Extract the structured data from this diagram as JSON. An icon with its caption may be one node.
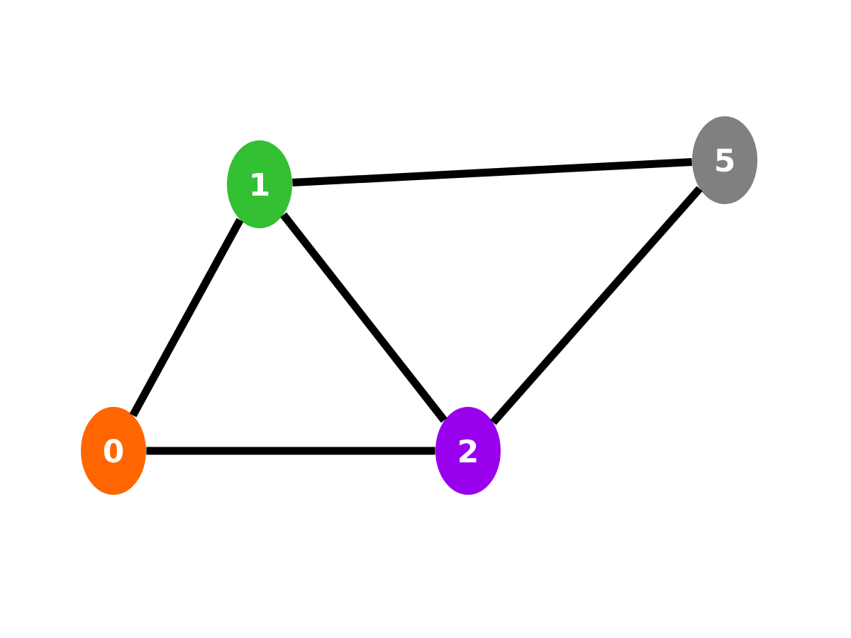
{
  "diagram": {
    "nodes": [
      {
        "text": [
          "0"
        ]
      },
      {
        "text": [
          "1"
        ]
      },
      {
        "text": [
          "2"
        ]
      },
      {
        "text": [
          "5"
        ]
      }
    ],
    "edges": [
      {
        "from": 0,
        "to": 1,
        "arrow": "none"
      },
      {
        "from": 1,
        "to": 2,
        "arrow": "none"
      },
      {
        "from": 0,
        "to": 2,
        "arrow": "none"
      },
      {
        "from": 1,
        "to": 3,
        "arrow": "none"
      },
      {
        "from": 2,
        "to": 3,
        "arrow": "none"
      }
    ]
  }
}
